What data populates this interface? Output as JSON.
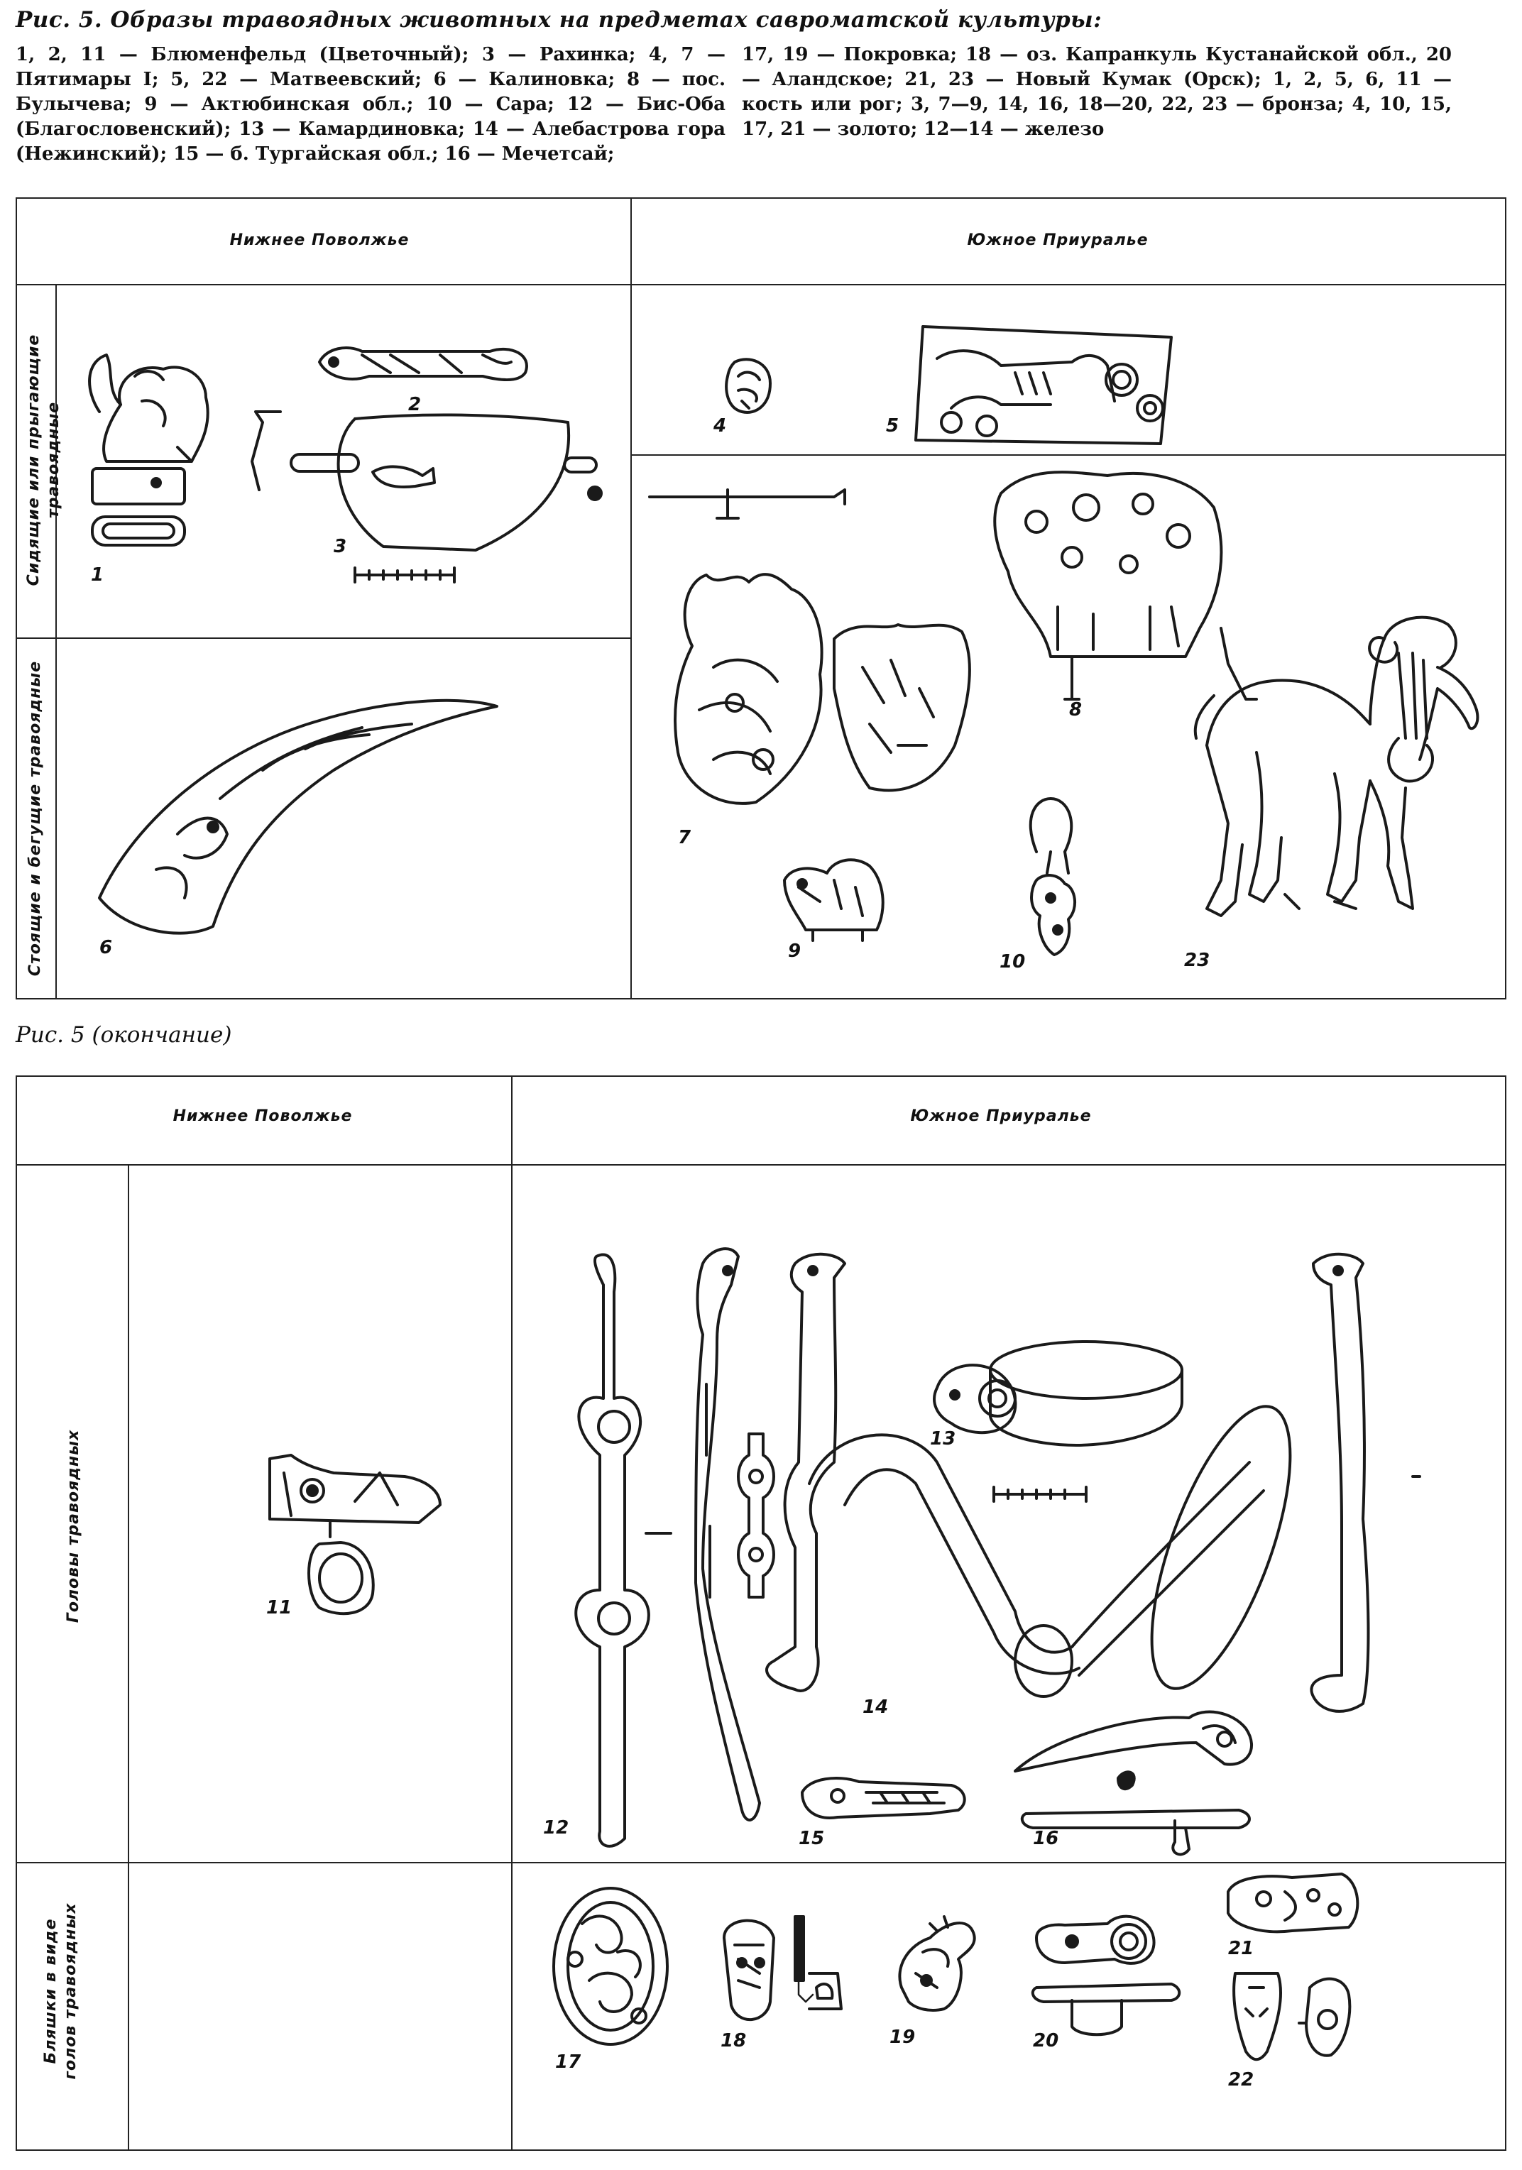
{
  "caption": {
    "title": "Рис. 5. Образы травоядных животных на предметах савроматской культуры:",
    "legend_left": "1, 2, 11 — Блюменфельд (Цветочный); 3 — Рахинка; 4, 7 — Пятимары I; 5, 22 — Матвеевский; 6 — Калиновка; 8 — пос. Булычева; 9 — Актюбинская обл.; 10 — Сара; 12 — Бис-Оба (Благословенский); 13 — Камардиновка; 14 — Алебастрова гора (Нежинский); 15 — б. Тургайская обл.; 16 — Мечетсай;",
    "legend_right": "17, 19 — Покровка; 18 — оз. Капранкуль Кустанайской обл., 20 — Аландское; 21, 23 — Новый Кумак (Орск); 1, 2, 5, 6, 11 — кость или рог; 3, 7—9, 14, 16, 18—20, 22, 23 — бронза; 4, 10, 15, 17, 21 — золото; 12—14 — железо",
    "continuation": "Рис. 5 (окончание)"
  },
  "table1": {
    "col_left": "Нижнее Поволжье",
    "col_right": "Южное Приуралье",
    "row1": "Сидящие или прыгающие травоядные",
    "row2": "Стоящие и бегущие травоядные"
  },
  "table2": {
    "col_left": "Нижнее Поволжье",
    "col_right": "Южное Приуралье",
    "row1": "Головы травоядных",
    "row2": "Бляшки в виде голов травоядных"
  },
  "figure_numbers": [
    "1",
    "2",
    "3",
    "4",
    "5",
    "6",
    "7",
    "8",
    "9",
    "10",
    "23",
    "11",
    "12",
    "13",
    "14",
    "15",
    "16",
    "17",
    "18",
    "19",
    "20",
    "21",
    "22"
  ]
}
